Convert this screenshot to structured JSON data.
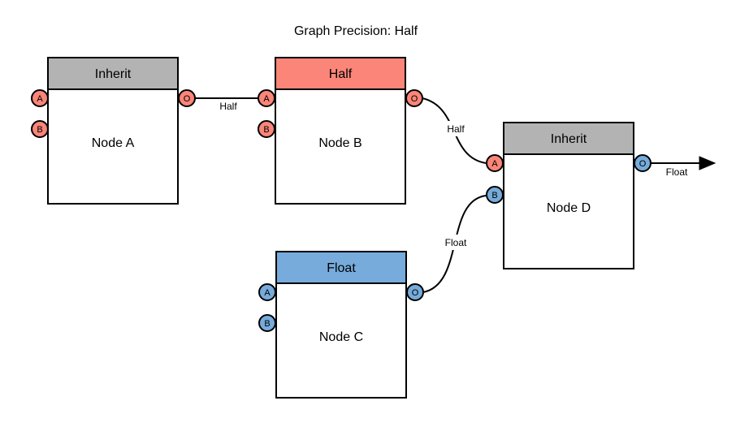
{
  "title": "Graph Precision: Half",
  "colors": {
    "salmon": "#FA8578",
    "blue": "#76ABDB",
    "gray": "#B3B3B3",
    "line": "#000000",
    "canvas": "#FFFFFF"
  },
  "nodes": [
    {
      "id": "node-a",
      "header": "Inherit",
      "header_color": "gray",
      "label": "Node A",
      "ports": [
        {
          "letter": "A",
          "type": "input",
          "color": "salmon"
        },
        {
          "letter": "B",
          "type": "input",
          "color": "salmon"
        },
        {
          "letter": "O",
          "type": "output",
          "color": "salmon"
        }
      ]
    },
    {
      "id": "node-b",
      "header": "Half",
      "header_color": "salmon",
      "label": "Node B",
      "ports": [
        {
          "letter": "A",
          "type": "input",
          "color": "salmon"
        },
        {
          "letter": "B",
          "type": "input",
          "color": "salmon"
        },
        {
          "letter": "O",
          "type": "output",
          "color": "salmon"
        }
      ]
    },
    {
      "id": "node-c",
      "header": "Float",
      "header_color": "blue",
      "label": "Node C",
      "ports": [
        {
          "letter": "A",
          "type": "input",
          "color": "blue"
        },
        {
          "letter": "B",
          "type": "input",
          "color": "blue"
        },
        {
          "letter": "O",
          "type": "output",
          "color": "blue"
        }
      ]
    },
    {
      "id": "node-d",
      "header": "Inherit",
      "header_color": "gray",
      "label": "Node D",
      "ports": [
        {
          "letter": "A",
          "type": "input",
          "color": "salmon"
        },
        {
          "letter": "B",
          "type": "input",
          "color": "blue"
        },
        {
          "letter": "O",
          "type": "output",
          "color": "blue"
        }
      ]
    }
  ],
  "edges": [
    {
      "from": "node-a.O",
      "to": "node-b.A",
      "label": "Half"
    },
    {
      "from": "node-b.O",
      "to": "node-d.A",
      "label": "Half"
    },
    {
      "from": "node-c.O",
      "to": "node-d.B",
      "label": "Float"
    },
    {
      "from": "node-d.O",
      "to": "graph-output",
      "label": "Float"
    }
  ]
}
